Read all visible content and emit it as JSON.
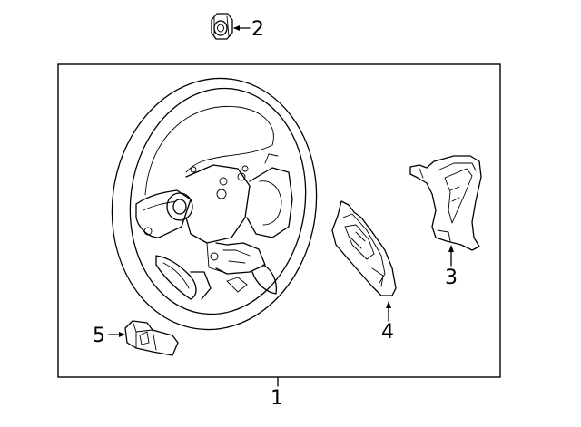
{
  "diagram": {
    "callouts": [
      {
        "id": "1",
        "text": "1",
        "part": "steering-wheel-assembly"
      },
      {
        "id": "2",
        "text": "2",
        "part": "nut"
      },
      {
        "id": "3",
        "text": "3",
        "part": "right-switch"
      },
      {
        "id": "4",
        "text": "4",
        "part": "left-switch"
      },
      {
        "id": "5",
        "text": "5",
        "part": "connector"
      }
    ],
    "colors": {
      "line": "#000000",
      "background": "#ffffff"
    }
  }
}
